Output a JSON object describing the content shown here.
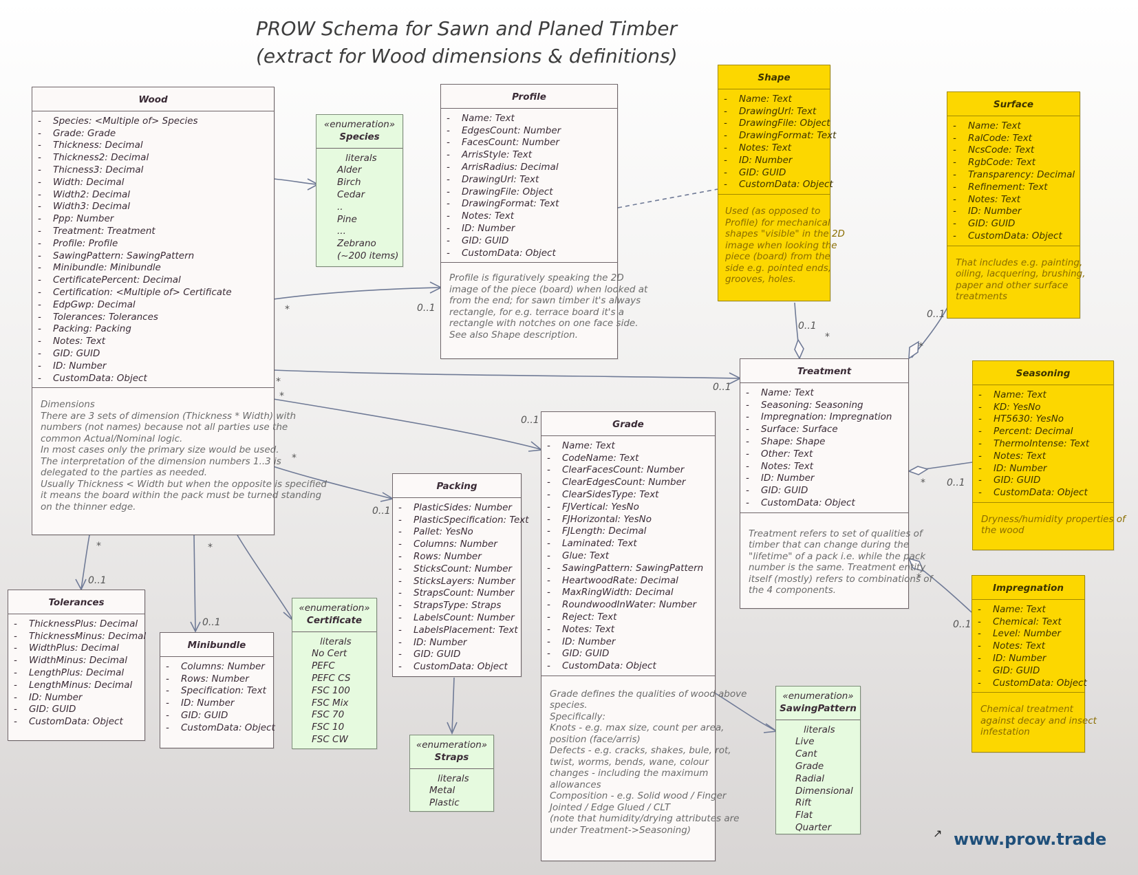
{
  "title": {
    "line1": "PROW Schema for Sawn and Planed Timber",
    "line2": "(extract for Wood dimensions & definitions)"
  },
  "classes": {
    "wood": {
      "name": "Wood",
      "attrs": [
        "Species: <Multiple of> Species",
        "Grade: Grade",
        "Thickness: Decimal",
        "Thickness2: Decimal",
        "Thicness3: Decimal",
        "Width: Decimal",
        "Width2: Decimal",
        "Width3: Decimal",
        "Ppp: Number",
        "Treatment: Treatment",
        "Profile: Profile",
        "SawingPattern: SawingPattern",
        "Minibundle: Minibundle",
        "CertificatePercent: Decimal",
        "Certification: <Multiple of> Certificate",
        "EdpGwp: Decimal",
        "Tolerances: Tolerances",
        "Packing: Packing",
        "Notes: Text",
        "GID: GUID",
        "ID: Number",
        "CustomData: Object"
      ],
      "note": [
        "Dimensions",
        "There are 3 sets of dimension (Thickness * Width) with",
        "numbers (not names) because not all parties use the",
        "common Actual/Nominal logic.",
        "In most cases only the primary size would be used.",
        "The interpretation of the dimension numbers 1..3 is",
        "delegated to the parties as needed.",
        "Usually Thickness < Width but when the opposite is specified",
        "it means the board within the pack must be turned standing",
        "on the thinner edge."
      ]
    },
    "species": {
      "stereo": "«enumeration»",
      "name": "Species",
      "literals_header": "literals",
      "literals": [
        "Alder",
        "Birch",
        "Cedar",
        "..",
        "Pine",
        "...",
        "Zebrano",
        "(~200 items)"
      ]
    },
    "profile": {
      "name": "Profile",
      "attrs": [
        "Name: Text",
        "EdgesCount: Number",
        "FacesCount: Number",
        "ArrisStyle: Text",
        "ArrisRadius: Decimal",
        "DrawingUrl: Text",
        "DrawingFile: Object",
        "DrawingFormat: Text",
        "Notes: Text",
        "ID: Number",
        "GID: GUID",
        "CustomData: Object"
      ],
      "note": [
        "Profile is figuratively speaking the 2D",
        "image of the piece (board) when looked at",
        "from the end; for sawn timber it's always",
        "rectangle, for e.g. terrace board it's a",
        "rectangle with notches on one face side.",
        "See also Shape description."
      ]
    },
    "shape": {
      "name": "Shape",
      "attrs": [
        "Name: Text",
        "DrawingUrl: Text",
        "DrawingFile: Object",
        "DrawingFormat: Text",
        "Notes: Text",
        "ID: Number",
        "GID: GUID",
        "CustomData: Object"
      ],
      "note": [
        "Used (as opposed to",
        "Profile) for mechanical",
        "shapes \"visible\" in the 2D",
        "image when looking the",
        "piece (board) from the",
        "side e.g. pointed ends,",
        "grooves, holes."
      ]
    },
    "surface": {
      "name": "Surface",
      "attrs": [
        "Name: Text",
        "RalCode: Text",
        "NcsCode: Text",
        "RgbCode: Text",
        "Transparency: Decimal",
        "Refinement: Text",
        "Notes: Text",
        "ID: Number",
        "GID: GUID",
        "CustomData: Object"
      ],
      "note": [
        "That includes e.g. painting,",
        "oiling, lacquering, brushing,",
        "paper and other surface",
        "treatments"
      ]
    },
    "treatment": {
      "name": "Treatment",
      "attrs": [
        "Name: Text",
        "Seasoning: Seasoning",
        "Impregnation: Impregnation",
        "Surface: Surface",
        "Shape: Shape",
        "Other: Text",
        "Notes: Text",
        "ID: Number",
        "GID: GUID",
        "CustomData: Object"
      ],
      "note": [
        "Treatment refers to set of qualities of",
        "timber that can change during the",
        "\"lifetime\" of a pack i.e. while the pack",
        "number is the same. Treatment entity",
        "itself (mostly) refers to combinations of",
        "the 4 components."
      ]
    },
    "seasoning": {
      "name": "Seasoning",
      "attrs": [
        "Name: Text",
        "KD: YesNo",
        "HT5630: YesNo",
        "Percent: Decimal",
        "ThermoIntense: Text",
        "Notes: Text",
        "ID: Number",
        "GID: GUID",
        "CustomData: Object"
      ],
      "note": [
        "Dryness/humidity properties of",
        "the wood"
      ]
    },
    "impregnation": {
      "name": "Impregnation",
      "attrs": [
        "Name: Text",
        "Chemical: Text",
        "Level: Number",
        "Notes: Text",
        "ID: Number",
        "GID: GUID",
        "CustomData: Object"
      ],
      "note": [
        "Chemical treatment",
        "against decay and insect",
        "infestation"
      ]
    },
    "grade": {
      "name": "Grade",
      "attrs": [
        "Name: Text",
        "CodeName: Text",
        "ClearFacesCount: Number",
        "ClearEdgesCount: Number",
        "ClearSidesType: Text",
        "FJVertical: YesNo",
        "FJHorizontal: YesNo",
        "FJLength: Decimal",
        "Laminated: Text",
        "Glue: Text",
        "SawingPattern: SawingPattern",
        "HeartwoodRate: Decimal",
        "MaxRingWidth: Decimal",
        "RoundwoodInWater: Number",
        "Reject: Text",
        "Notes: Text",
        "ID: Number",
        "GID: GUID",
        "CustomData: Object"
      ],
      "note": [
        "Grade defines the qualities of wood above",
        "species.",
        "Specifically:",
        "Knots - e.g. max size, count per area,",
        "position (face/arris)",
        "Defects - e.g. cracks, shakes, bule, rot,",
        "twist, worms, bends, wane, colour",
        "changes - including the maximum",
        "allowances",
        "Composition - e.g. Solid wood / Finger",
        "Jointed / Edge Glued / CLT",
        "(note that humidity/drying attributes are",
        "under Treatment->Seasoning)"
      ]
    },
    "packing": {
      "name": "Packing",
      "attrs": [
        "PlasticSides: Number",
        "PlasticSpecification: Text",
        "Pallet: YesNo",
        "Columns: Number",
        "Rows: Number",
        "SticksCount: Number",
        "SticksLayers: Number",
        "StrapsCount: Number",
        "StrapsType: Straps",
        "LabelsCount: Number",
        "LabelsPlacement: Text",
        "ID: Number",
        "GID: GUID",
        "CustomData: Object"
      ]
    },
    "tolerances": {
      "name": "Tolerances",
      "attrs": [
        "ThicknessPlus: Decimal",
        "ThicknessMinus: Decimal",
        "WidthPlus: Decimal",
        "WidthMinus: Decimal",
        "LengthPlus: Decimal",
        "LengthMinus: Decimal",
        "ID: Number",
        "GID: GUID",
        "CustomData: Object"
      ]
    },
    "minibundle": {
      "name": "Minibundle",
      "attrs": [
        "Columns: Number",
        "Rows: Number",
        "Specification: Text",
        "ID: Number",
        "GID: GUID",
        "CustomData: Object"
      ]
    },
    "certificate": {
      "stereo": "«enumeration»",
      "name": "Certificate",
      "literals_header": "literals",
      "literals": [
        "No Cert",
        "PEFC",
        "PEFC CS",
        "FSC 100",
        "FSC Mix",
        "FSC 70",
        "FSC 10",
        "FSC CW"
      ]
    },
    "straps": {
      "stereo": "«enumeration»",
      "name": "Straps",
      "literals_header": "literals",
      "literals": [
        "Metal",
        "Plastic"
      ]
    },
    "sawingpattern": {
      "stereo": "«enumeration»",
      "name": "SawingPattern",
      "literals_header": "literals",
      "literals": [
        "Live",
        "Cant",
        "Grade",
        "Radial",
        "Dimensional",
        "Rift",
        "Flat",
        "Quarter"
      ]
    }
  },
  "multiplicities": {
    "many": "*",
    "zero_one": "0..1"
  },
  "site": "www.prow.trade",
  "icons": {
    "external": "external-link-icon"
  },
  "colors": {
    "yellow": "#fcd700",
    "green": "#e6fadf",
    "white": "#fcf9f8",
    "line": "#6f7a96"
  }
}
